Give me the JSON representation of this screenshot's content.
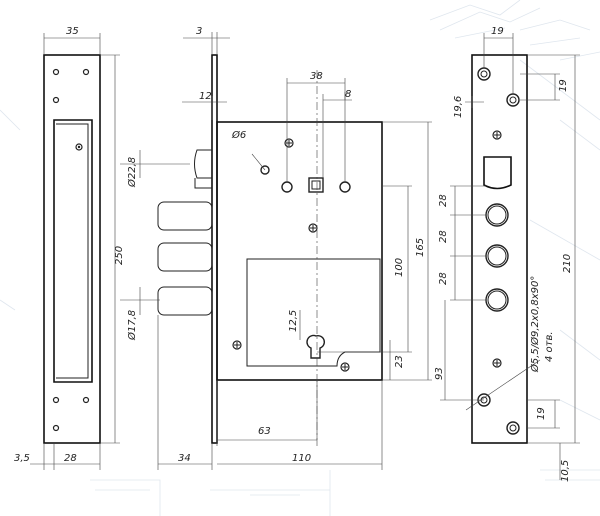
{
  "dimensions": {
    "front_plate_width": "35",
    "plate_thickness": "3",
    "spindle_spacing": "38",
    "screw_spacing_top": "19",
    "offset_8": "8",
    "offset_12": "12",
    "offset_19_6": "19,6",
    "screw_hole_dia": "Ø6",
    "bolt_dia": "Ø22,8",
    "latch_dia": "Ø17,8",
    "overall_height": "250",
    "height_165": "165",
    "height_100": "100",
    "key_offset": "12,5",
    "bottom_offset_23": "23",
    "bolt_pitch_1": "28",
    "bolt_pitch_2": "28",
    "bolt_pitch_3": "28",
    "height_93": "93",
    "plate_height_210": "210",
    "bottom_screw_19": "19",
    "countersink": "Ø5,5/Ø9,2x0,8x90°",
    "holes_count": "4 отв.",
    "width_63": "63",
    "backset_34": "34",
    "body_depth_110": "110",
    "strike_offset_3_5": "3,5",
    "strike_width_28": "28",
    "bottom_margin_10_5": "10,5"
  }
}
